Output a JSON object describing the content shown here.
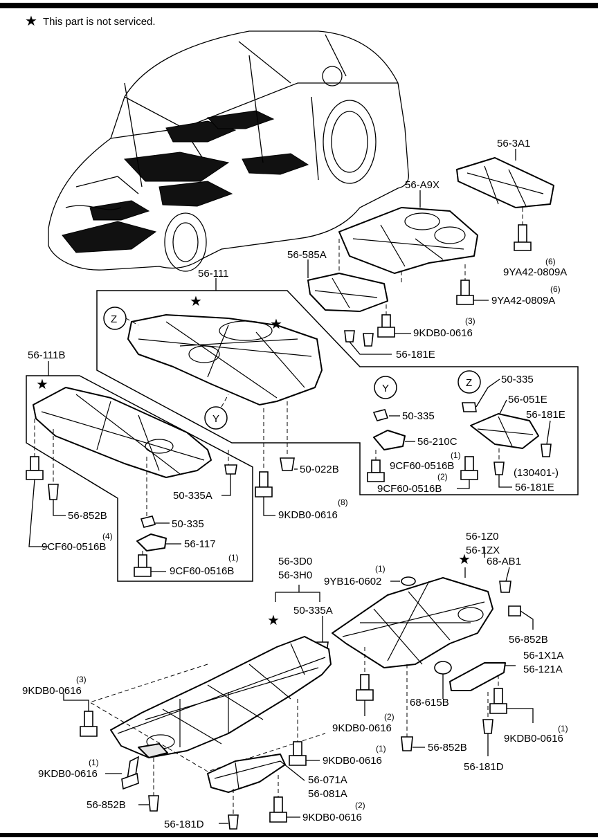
{
  "legend": {
    "symbol": "★",
    "text": "This part is not serviced."
  },
  "callouts": {
    "p56_3A1": "56-3A1",
    "p56_A9X": "56-A9X",
    "p56_585A": "56-585A",
    "p9YA42_a": "9YA42-0809A",
    "q9YA42_a": "(6)",
    "p9YA42_b": "9YA42-0809A",
    "q9YA42_b": "(6)",
    "p9KDB0_top": "9KDB0-0616",
    "q9KDB0_top": "(3)",
    "p56_181E_top": "56-181E",
    "p56_111": "56-111",
    "ref_Z_main": "Z",
    "ref_Y_main": "Y",
    "p56_111B": "56-111B",
    "ref_Y_detail": "Y",
    "p50_335_y": "50-335",
    "p56_210C": "56-210C",
    "p9CF60_y1": "9CF60-0516B",
    "q9CF60_y1": "(1)",
    "p9CF60_y2": "9CF60-0516B",
    "q9CF60_y2": "(2)",
    "ref_Z_detail": "Z",
    "p50_335_z": "50-335",
    "p56_051E": "56-051E",
    "p56_181E_z1": "56-181E",
    "p130401": "(130401-)",
    "p56_181E_z2": "56-181E",
    "p50_022B": "50-022B",
    "p9KDB0_mid": "9KDB0-0616",
    "q9KDB0_mid": "(8)",
    "p50_335A_left": "50-335A",
    "p56_852B_left": "56-852B",
    "p50_335_left": "50-335",
    "p56_117": "56-117",
    "p9CF60_left": "9CF60-0516B",
    "q9CF60_left": "(4)",
    "p9CF60_left2": "9CF60-0516B",
    "q9CF60_left2": "(1)",
    "p56_1Z0": "56-1Z0",
    "p56_1ZX": "56-1ZX",
    "p68_AB1": "68-AB1",
    "p9YB16": "9YB16-0602",
    "q9YB16": "(1)",
    "p56_3D0": "56-3D0",
    "p56_3H0": "56-3H0",
    "p50_335A_right": "50-335A",
    "p56_852B_right": "56-852B",
    "p56_1X1A": "56-1X1A",
    "p56_121A": "56-121A",
    "p68_615B": "68-615B",
    "p9KDB0_r1": "9KDB0-0616",
    "q9KDB0_r1": "(1)",
    "p56_181D_r": "56-181D",
    "p56_852B_mid": "56-852B",
    "p9KDB0_c2": "9KDB0-0616",
    "q9KDB0_c2": "(2)",
    "p9KDB0_lt": "9KDB0-0616",
    "q9KDB0_lt": "(3)",
    "p9KDB0_lb": "9KDB0-0616",
    "q9KDB0_lb": "(1)",
    "p56_852B_bl": "56-852B",
    "p56_181D_b": "56-181D",
    "p9KDB0_b2": "9KDB0-0616",
    "q9KDB0_b2": "(2)",
    "p9KDB0_c1": "9KDB0-0616",
    "q9KDB0_c1": "(1)",
    "p56_071A": "56-071A",
    "p56_081A": "56-081A"
  }
}
